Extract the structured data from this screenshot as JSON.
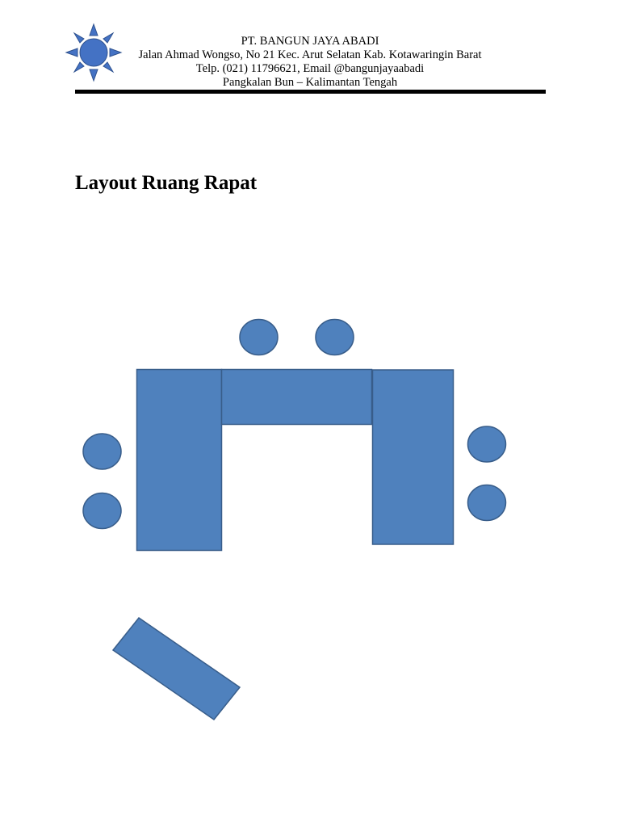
{
  "letterhead": {
    "company": "PT. BANGUN JAYA  ABADI",
    "address": "Jalan Ahmad Wongso, No 21 Kec. Arut Selatan Kab. Kotawaringin Barat",
    "contact": "Telp. (021) 11796621, Email @bangunjayaabadi",
    "city": "Pangkalan Bun – Kalimantan Tengah"
  },
  "logo_icon": "sun-icon",
  "title": "Layout Ruang Rapat",
  "colors": {
    "shape_fill": "#4F81BD",
    "shape_stroke": "#385D8A",
    "logo_fill": "#4472C4",
    "text": "#000000",
    "rule": "#000000"
  }
}
